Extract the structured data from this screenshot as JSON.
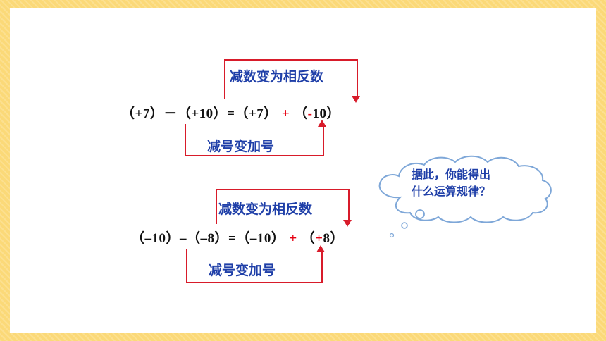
{
  "colors": {
    "accent_red": "#E60012",
    "label_blue": "#1F3FA8",
    "frame_yellow": "#FBD978"
  },
  "example1": {
    "top_label": "减数变为相反数",
    "bottom_label": "减号变加号",
    "eq_left": "（+7）－（+10）=（+7）",
    "plus": "+",
    "eq_open": "（",
    "eq_sign": "-",
    "eq_tail": "10）"
  },
  "example2": {
    "top_label": "减数变为相反数",
    "bottom_label": "减号变加号",
    "eq_left": "（–10）–（–8）=（–10）",
    "plus": "+",
    "eq_open": "（",
    "eq_sign": "+",
    "eq_tail": "8）"
  },
  "cloud": {
    "line1": "据此，你能得出",
    "line2": "什么运算规律？"
  }
}
